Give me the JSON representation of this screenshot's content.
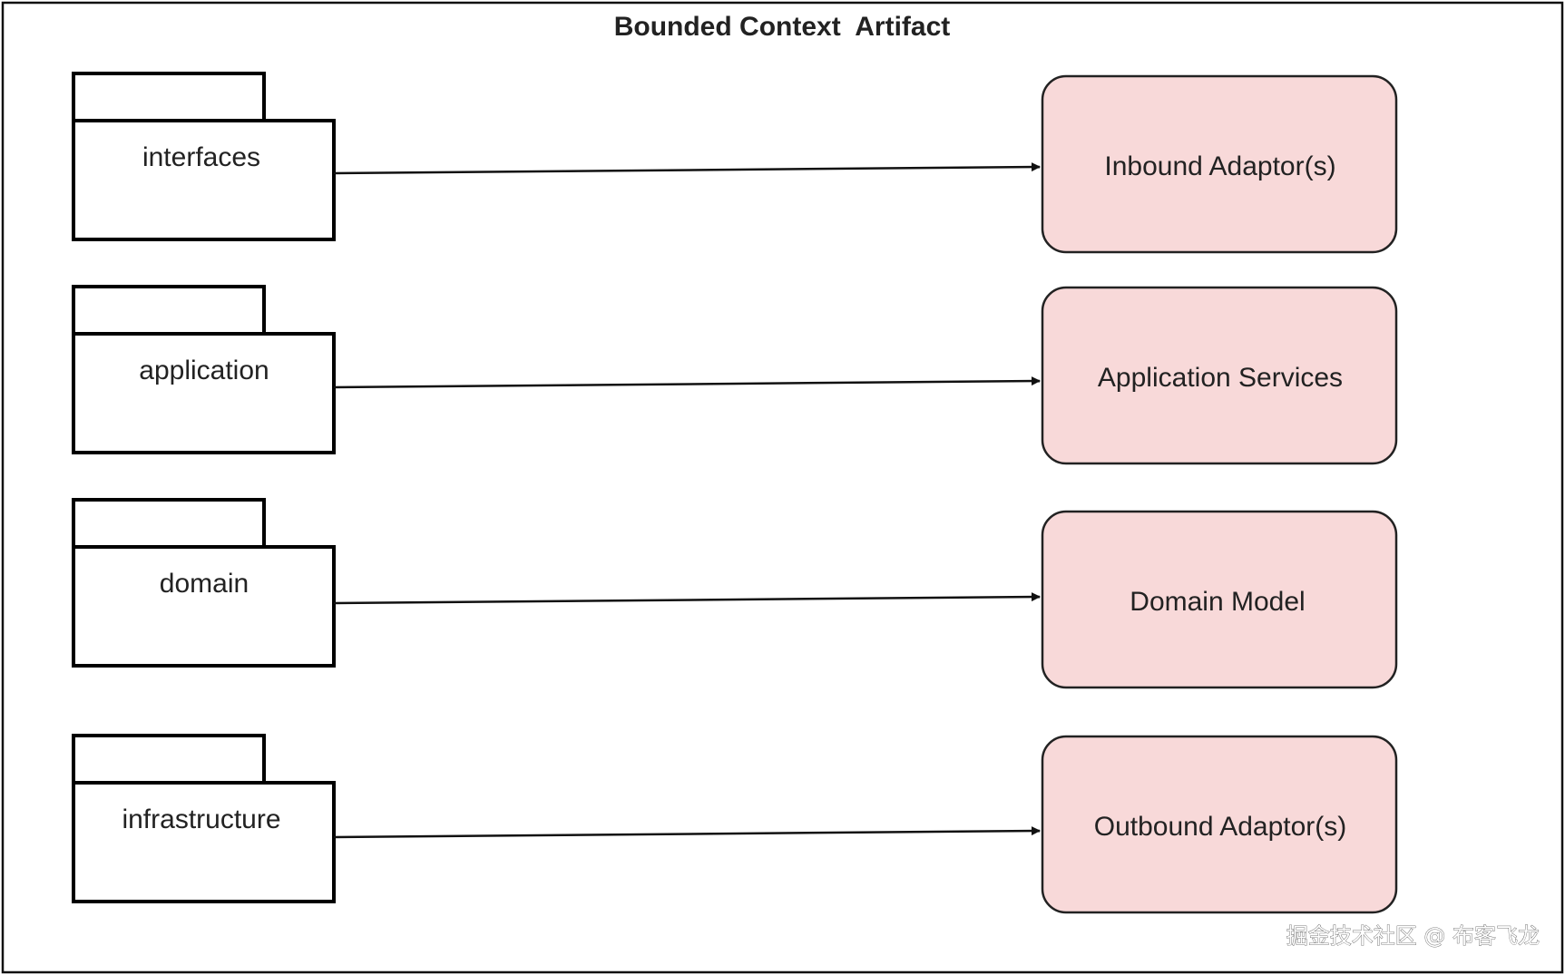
{
  "title": "Bounded Context  Artifact",
  "packages": [
    {
      "label": "interfaces"
    },
    {
      "label": "application"
    },
    {
      "label": "domain"
    },
    {
      "label": "infrastructure"
    }
  ],
  "components": [
    {
      "label": "Inbound Adaptor(s)"
    },
    {
      "label": "Application Services"
    },
    {
      "label": "Domain Model"
    },
    {
      "label": "Outbound Adaptor(s)"
    }
  ],
  "edges": [
    {
      "from": "interfaces",
      "to": "Inbound Adaptor(s)"
    },
    {
      "from": "application",
      "to": "Application Services"
    },
    {
      "from": "domain",
      "to": "Domain Model"
    },
    {
      "from": "infrastructure",
      "to": "Outbound Adaptor(s)"
    }
  ],
  "colors": {
    "component_fill": "#f8d9d9",
    "stroke": "#111111"
  },
  "watermark": "掘金技术社区 @ 布客飞龙"
}
